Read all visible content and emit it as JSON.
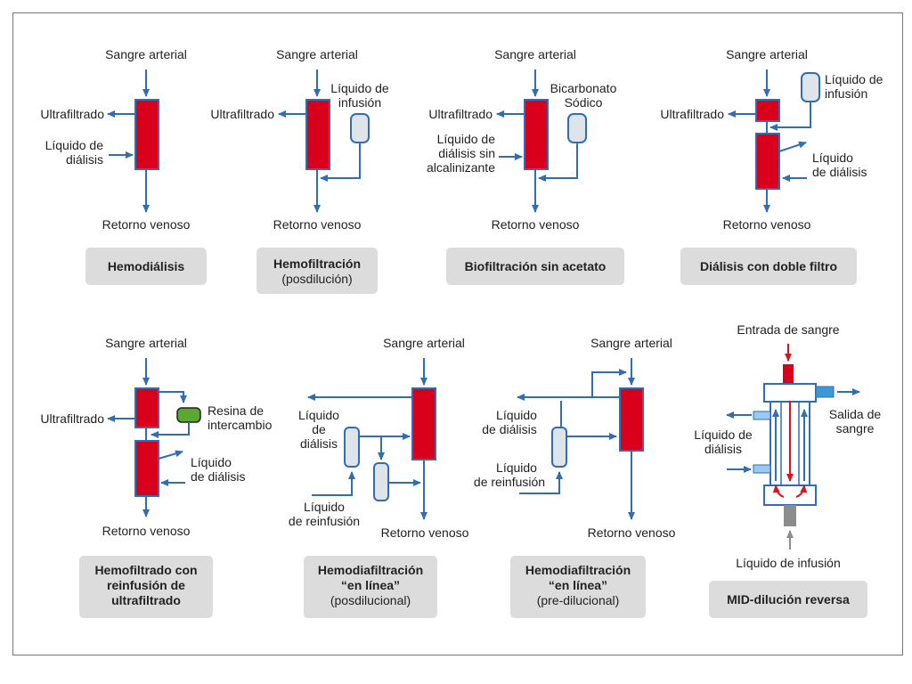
{
  "labels": {
    "sangre_arterial": "Sangre arterial",
    "retorno_venoso": "Retorno venoso",
    "ultrafiltrado": "Ultrafiltrado",
    "liquido_dialisis_l1": "Líquido de",
    "liquido_dialisis_l2": "diálisis",
    "liquido_infusion_l1": "Líquido de",
    "liquido_infusion_l2": "infusión",
    "bicarbonato_l1": "Bicarbonato",
    "bicarbonato_l2": "Sódico",
    "sin_alcal_l1": "Líquido de",
    "sin_alcal_l2": "diálisis sin",
    "sin_alcal_l3": "alcalinizante",
    "liquido_dialisis_4_l1": "Líquido",
    "liquido_dialisis_4_l2": "de diálisis",
    "resina_l1": "Resina de",
    "resina_l2": "intercambio",
    "liquido_dialisis_5_l1": "Líquido",
    "liquido_dialisis_5_l2": "de diálisis",
    "liq_de_l1": "Líquido",
    "liq_de_l2": "de",
    "liq_de_l3": "diálisis",
    "reinfusion_6_l1": "Líquido",
    "reinfusion_6_l2": "de reinfusión",
    "liquido_dialisis_7_l1": "Líquido",
    "liquido_dialisis_7_l2": "de diálisis",
    "reinfusion_7_l1": "Líquido",
    "reinfusion_7_l2": "de reinfusión",
    "entrada_sangre": "Entrada de sangre",
    "salida_l1": "Salida de",
    "salida_l2": "sangre",
    "liquido_dialisis_8_l1": "Líquido de",
    "liquido_dialisis_8_l2": "diálisis",
    "liquido_infusion_8": "Líquido de infusión"
  },
  "captions": {
    "c1": "Hemodiálisis",
    "c2_l1": "Hemofiltración",
    "c2_l2": "(posdilución)",
    "c3": "Biofiltración sin acetato",
    "c4": "Diálisis con doble filtro",
    "c5_l1": "Hemofiltrado con",
    "c5_l2": "reinfusión de",
    "c5_l3": "ultrafiltrado",
    "c6_l1": "Hemodiafiltración",
    "c6_l2": "“en línea”",
    "c6_l3": "(posdilucional)",
    "c7_l1": "Hemodiafiltración",
    "c7_l2": "“en línea”",
    "c7_l3": "(pre-dilucional)",
    "c8": "MID-dilución reversa"
  },
  "colors": {
    "filter": "#d9001b",
    "flow": "#2f6db5",
    "blood_in": "#e0101d",
    "resin": "#5aa832",
    "caption_bg": "#dcdcdc"
  }
}
